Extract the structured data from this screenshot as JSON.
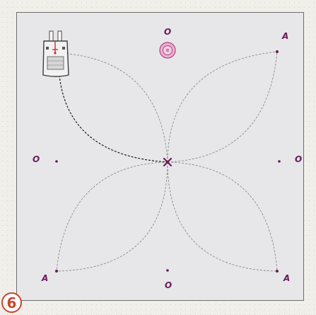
{
  "diagram": {
    "step_number": "6",
    "labels": {
      "top": "O",
      "bottom": "O",
      "left": "O",
      "right": "O",
      "top_right": "A",
      "bottom_right": "A",
      "bottom_left": "A",
      "center": "X"
    },
    "colors": {
      "label": "#6b1a5b",
      "badge": "#c4482e",
      "stitch_done": "#1e1e1e",
      "stitch_planned": "#8a8a8a",
      "hoop_marker": "#e58fbf"
    },
    "icons": [
      "presser-foot-icon",
      "hoop-center-marker-icon"
    ]
  }
}
